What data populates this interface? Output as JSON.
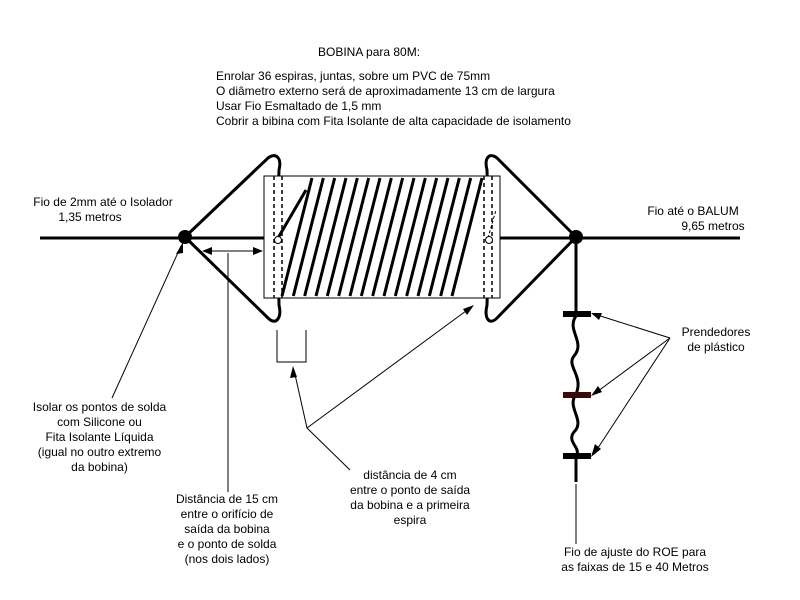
{
  "title_block": {
    "title": "BOBINA para 80M:",
    "lines": [
      "Enrolar 36 espiras, juntas, sobre um PVC de 75mm",
      "O diâmetro externo será de aproximadamente 13 cm de largura",
      "Usar Fio Esmaltado de 1,5 mm",
      "Cobrir a bibina com Fita Isolante de alta capacidade de isolamento"
    ]
  },
  "labels": {
    "left_wire": [
      "Fio de 2mm até o Isolador",
      "1,35 metros"
    ],
    "right_wire": [
      "Fio até o BALUM",
      "9,65 metros"
    ],
    "clips": [
      "Prendedores",
      "de plástico"
    ],
    "solder": [
      "Isolar os pontos de solda",
      "com Silicone ou",
      "Fita Isolante Líquida",
      "(igual no outro extremo",
      "da bobina)"
    ],
    "distance_15": [
      "Distância de 15 cm",
      "entre o orifício de",
      "saída da bobina",
      "e o ponto de solda",
      "(nos dois lados)"
    ],
    "distance_4": [
      "distância de 4 cm",
      "entre o ponto de saída",
      "da bobina e a primeira",
      "espira"
    ],
    "roe": [
      "Fio de ajuste do ROE para",
      "as faixas de 15 e 40 Metros"
    ]
  },
  "coil": {
    "turns_drawn": 16
  },
  "colors": {
    "ink": "#000000",
    "clip_middle": "#3a0a0a",
    "background": "#ffffff"
  }
}
